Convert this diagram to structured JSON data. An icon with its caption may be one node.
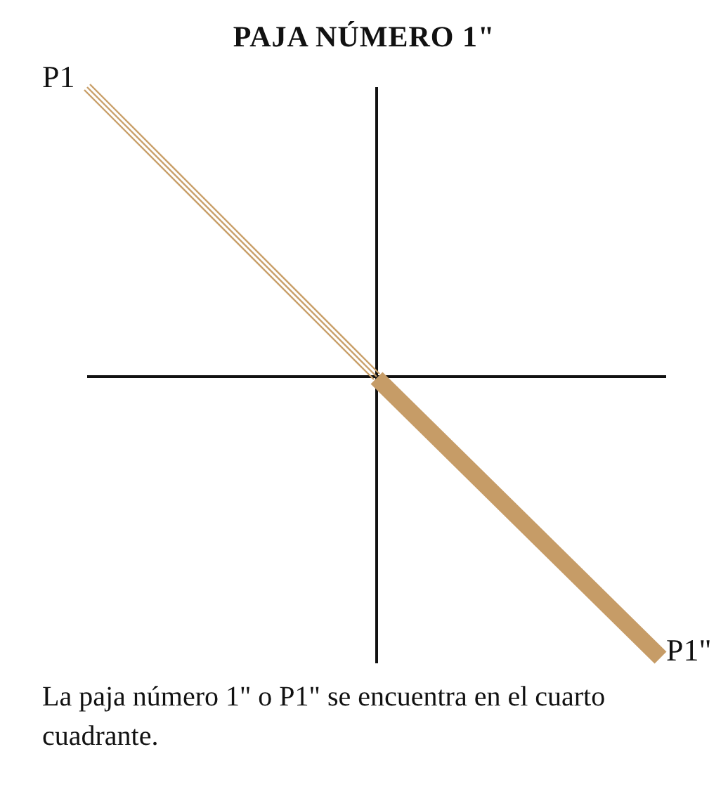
{
  "diagram": {
    "title": "PAJA NÚMERO 1\"",
    "caption": "La paja número 1\" o P1\" se encuentra en el cuarto cuadrante.",
    "labels": [
      "P1",
      "P1\""
    ]
  }
}
